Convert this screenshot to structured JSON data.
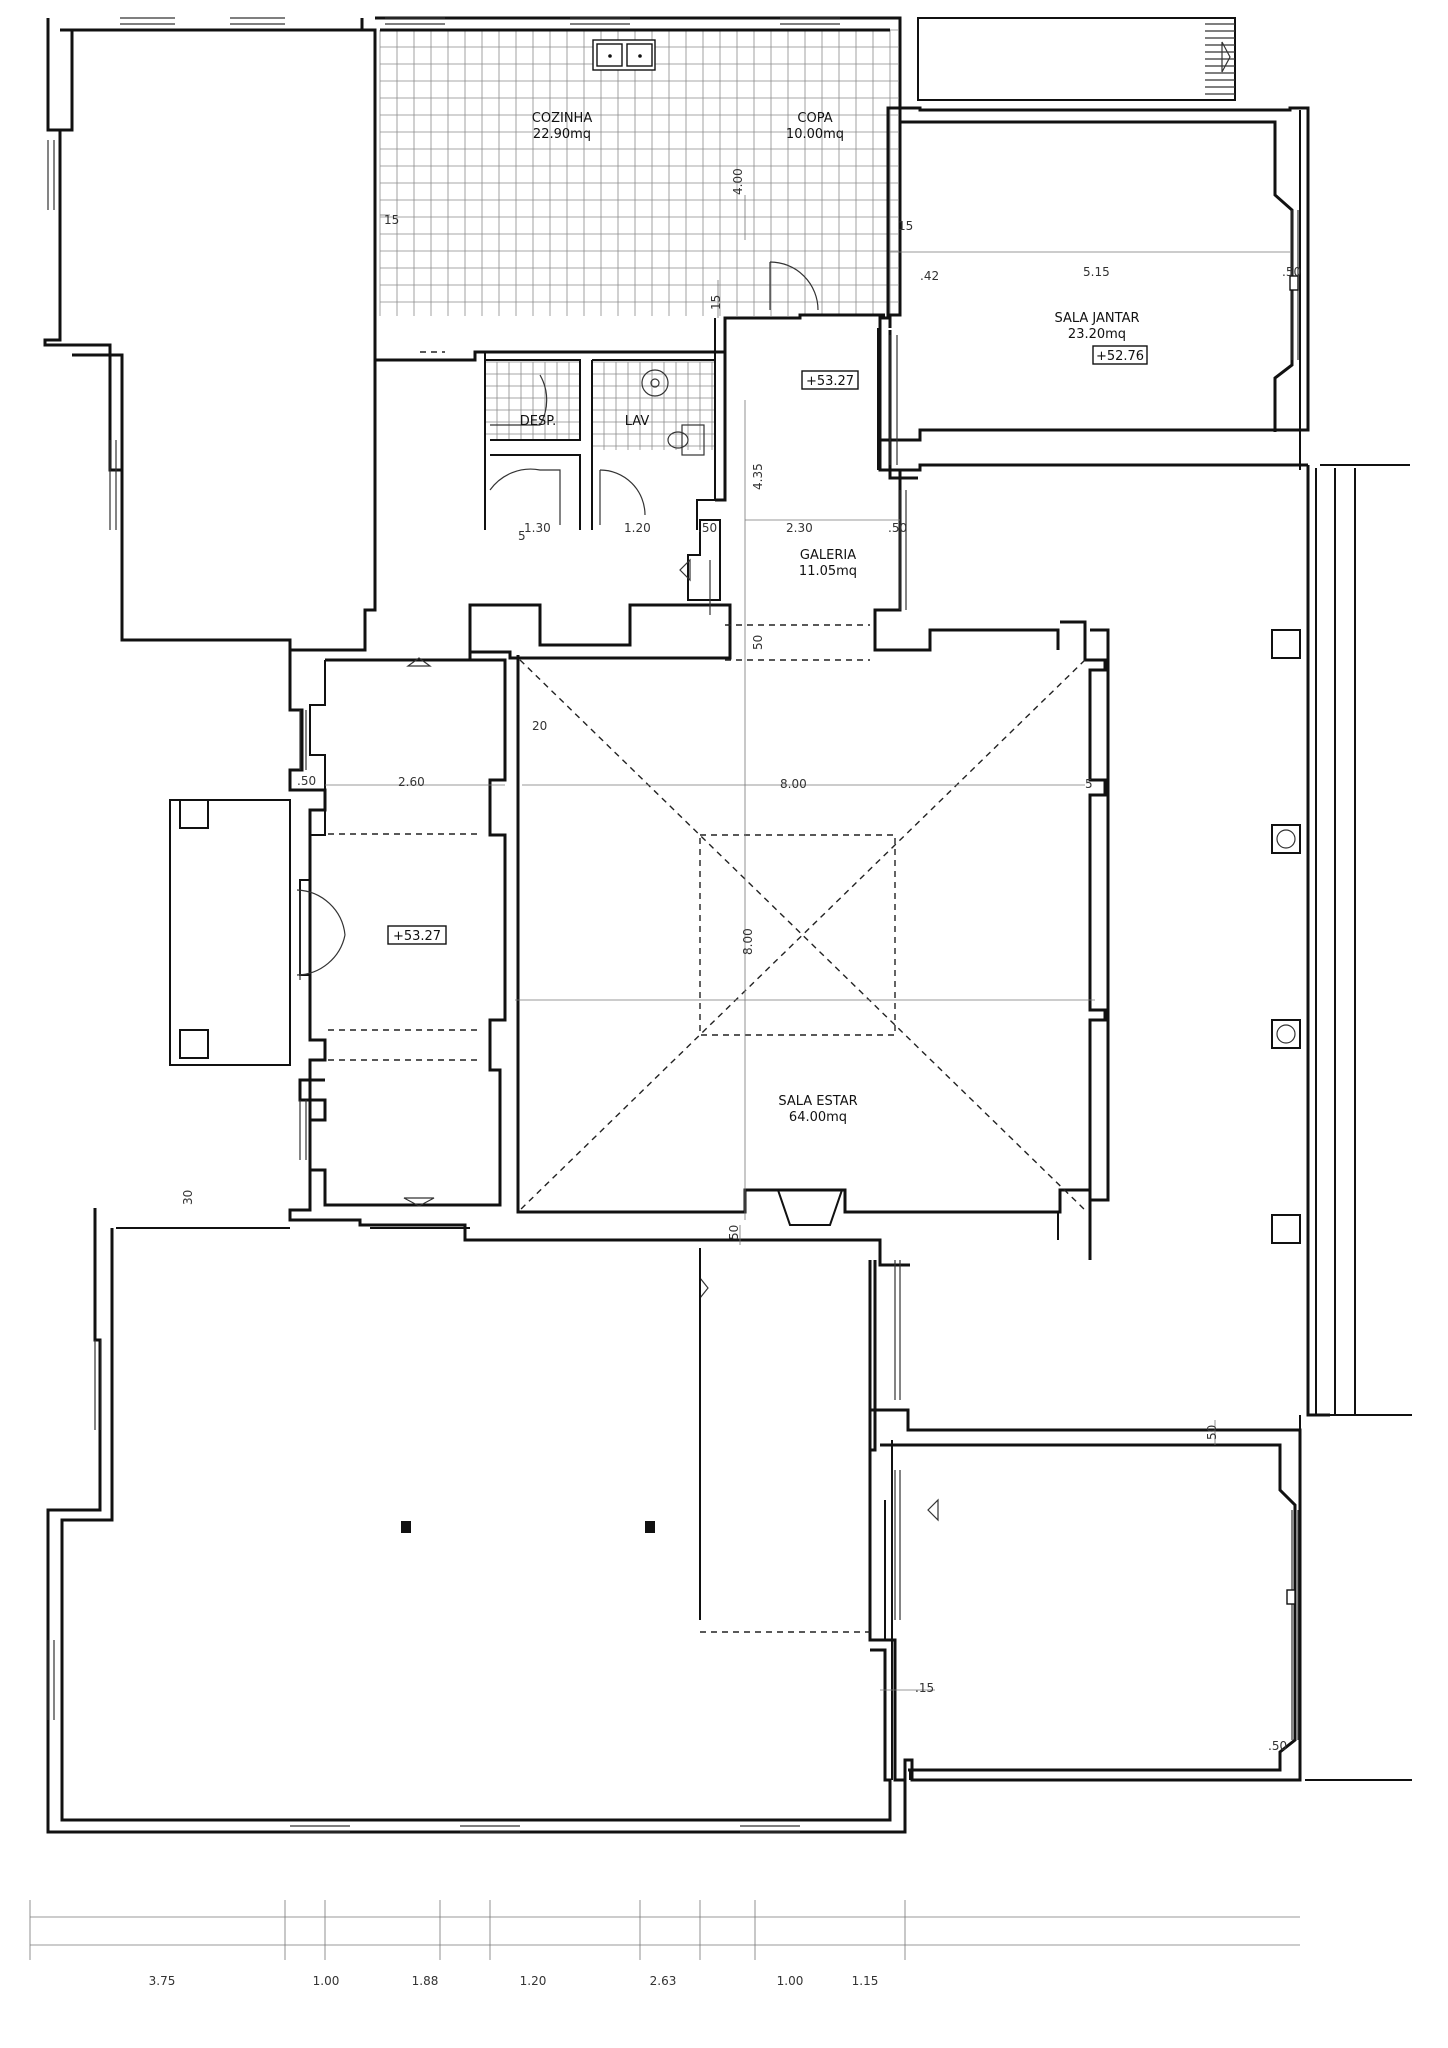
{
  "rooms": {
    "cozinha": {
      "name": "COZINHA",
      "area": "22.90mq"
    },
    "copa": {
      "name": "COPA",
      "area": "10.00mq"
    },
    "sala_jantar": {
      "name": "SALA JANTAR",
      "area": "23.20mq",
      "level": "+52.76"
    },
    "desp": {
      "name": "DESP."
    },
    "lav": {
      "name": "LAV"
    },
    "hall_upper": {
      "level": "+53.27"
    },
    "galeria": {
      "name": "GALERIA",
      "area": "11.05mq"
    },
    "corridor": {
      "level": "+53.27"
    },
    "sala_estar": {
      "name": "SALA ESTAR",
      "area": "64.00mq"
    }
  },
  "dimensions": {
    "d_15_kitchen": "15",
    "d_400": "4.00",
    "d_15_kitchen_b": "15",
    "d_42": ".42",
    "d_15_jantar": "15",
    "d_515": "5.15",
    "d_50_jantar": ".50",
    "d_435": "4.35",
    "d_130": "1.30",
    "d_120": "1.20",
    "d_50_galeria_l": ".50",
    "d_230": "2.30",
    "d_50_galeria_r": ".50",
    "d_50_vert": "50",
    "d_5_lav": "5",
    "d_20": "20",
    "d_50_corr": ".50",
    "d_260": "2.60",
    "d_800_h": "8.00",
    "d_5_estar": "5",
    "d_800_v": "8.00",
    "d_30": "30",
    "d_50_estar_b": "50",
    "d_50_room_se": "50",
    "d_15_se": ".15",
    "d_50_se_b": ".50"
  },
  "scale": [
    "3.75",
    "1.00",
    "1.88",
    "1.20",
    "2.63",
    "1.00",
    "1.15"
  ]
}
